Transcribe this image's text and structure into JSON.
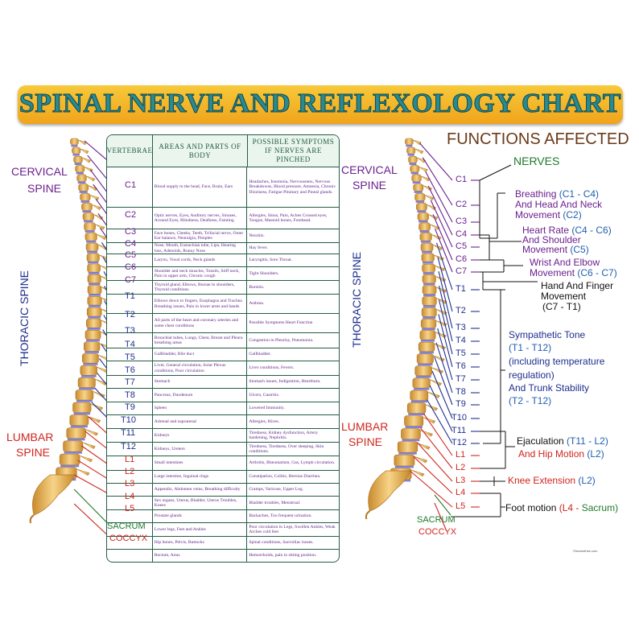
{
  "title": "SPINAL NERVE AND REFLEXOLOGY CHART",
  "table_headers": {
    "vertebrae": "VERTEBRAE",
    "areas": "AREAS AND PARTS OF BODY",
    "symptoms": "POSSIBLE SYMPTOMS IF NERVES ARE PINCHED"
  },
  "region_labels": {
    "cervical_1": "CERVICAL",
    "cervical_2": "SPINE",
    "thoracic": "THORACIC SPINE",
    "lumbar_1": "LUMBAR",
    "lumbar_2": "SPINE",
    "sacrum": "SACRUM",
    "coccyx": "COCCYX"
  },
  "right_region_labels": {
    "cervical_1": "CERVICAL",
    "cervical_2": "SPINE",
    "thoracic": "THORACIC SPINE",
    "lumbar_1": "LUMBAR",
    "lumbar_2": "SPINE",
    "sacrum": "SACRUM",
    "coccyx": "COCCYX"
  },
  "functions_title": "FUNCTIONS AFFECTED",
  "nerves_label": "NERVES",
  "colors": {
    "cervical": "#6b1f8f",
    "thoracic": "#1f2f8f",
    "lumbar": "#d0261e",
    "sacrum": "#1f7a2a",
    "table": "#245c45",
    "bone": "#e9b45a"
  },
  "rows": [
    {
      "v": "C1",
      "areas": "Blood supply to the head, Face, Brain, Ears",
      "symptoms": "Headaches, Insomnia, Nervousness, Nervous Breakdowns, Blood pressure, Amnesia, Chronic Dizziness, Fatigue Pituitary and Pineal glands."
    },
    {
      "v": "C2",
      "areas": "Optic nerves, Eyes, Auditory nerves, Sinuses, Around Eyes, Blindness, Deafness, Fainting",
      "symptoms": "Allergies, Sinus, Pain, Aches Crossed eyes, Tongue, Mastoid bones, Forehead."
    },
    {
      "v": "C3",
      "areas": "Face bones, Cheeks, Teeth, Trifacial nerve, Outer Ear balance, Neuralgia, Pimples",
      "symptoms": "Neuritis."
    },
    {
      "v": "C4",
      "areas": "Nose, Mouth, Eustachian tube, Lips, Hearing loss, Adenoids, Runny Nose",
      "symptoms": "Hay fever."
    },
    {
      "v": "C5",
      "areas": "Larynx, Vocal cords, Neck glands",
      "symptoms": "Laryngitis, Sore Throat."
    },
    {
      "v": "C6",
      "areas": "Shoulder and neck muscles, Tonsils, Stiff neck, Pain in upper arm, Chronic cough",
      "symptoms": "Tight Shoulders."
    },
    {
      "v": "C7",
      "areas": "Thyroid gland, Elbows, Bursae in shoulders, Thyroid conditions",
      "symptoms": "Bursitis."
    },
    {
      "v": "T1",
      "areas": "Elbows down to fingers, Esophagus and Trachea Breathing issues, Pain in lower arms and hands",
      "symptoms": "Asthma."
    },
    {
      "v": "T2",
      "areas": "All parts of the heart and coronary arteries and some chest conditions",
      "symptoms": "Possible Symptoms Heart Function"
    },
    {
      "v": "T3",
      "areas": "Bronchial tubes, Lungs, Chest, Breast and Pleura breathing areas",
      "symptoms": "Congestion in Pleurisy, Pneumonia."
    },
    {
      "v": "T4",
      "areas": "Gallbladder, Bile duct",
      "symptoms": "Gallbladder."
    },
    {
      "v": "T5",
      "areas": "Liver, General circulation, Solar Plexus conditions, Poor circulation",
      "symptoms": "Liver conditions, Fevers."
    },
    {
      "v": "T6",
      "areas": "Stomach",
      "symptoms": "Stomach issues, Indigestion, Heartburn."
    },
    {
      "v": "T7",
      "areas": "Pancreas, Duodenum",
      "symptoms": "Ulcers, Gastritis."
    },
    {
      "v": "T8",
      "areas": "Spleen",
      "symptoms": "Lowered Immunity."
    },
    {
      "v": "T9",
      "areas": "Adrenal and suprarenal",
      "symptoms": "Allergies, Hives."
    },
    {
      "v": "T10",
      "areas": "Kidneys",
      "symptoms": "Tiredness, Kidney dysfunction, Artery hardening, Nephritis."
    },
    {
      "v": "T11",
      "areas": "Kidneys, Ureters",
      "symptoms": "Tiredness, Tiredness, Over sleeping, Skin conditions."
    },
    {
      "v": "T12",
      "areas": "Small intestines",
      "symptoms": "Arthritis, Rheumatism, Gas, Lymph circulation."
    },
    {
      "v": "L1",
      "areas": "Large intestine, Inguinal rings",
      "symptoms": "Constipation, Colitis, Hernias Diarrhea."
    },
    {
      "v": "L2",
      "areas": "Appendix, Abdomen veins, Breathing difficulty",
      "symptoms": "Cramps, Varicose, Upper Leg."
    },
    {
      "v": "L3",
      "areas": "Sex organs, Uterus, Bladder, Uterus Troubles, Knees",
      "symptoms": "Bladder troubles, Menstrual."
    },
    {
      "v": "L4",
      "areas": "Prostate glands",
      "symptoms": "Backaches, Too frequent urination."
    },
    {
      "v": "L5",
      "areas": "Lower legs, Feet and Ankles",
      "symptoms": "Poor circulation in Legs, Swollen Ankles, Weak Arches cold feet"
    },
    {
      "v": "SACRUM",
      "areas": "Hip bones, Pelvis, Buttocks",
      "symptoms": "Spinal conditions, Sacroiliac issues."
    },
    {
      "v": "COCCYX",
      "areas": "Rectum, Anus",
      "symptoms": "Hemorrhoids, pain in sitting position."
    }
  ],
  "right_vertebrae": [
    "C1",
    "C2",
    "C3",
    "C4",
    "C5",
    "C6",
    "C7",
    "T1",
    "T2",
    "T3",
    "T4",
    "T5",
    "T6",
    "T7",
    "T8",
    "T9",
    "T10",
    "T11",
    "T12",
    "L1",
    "L2",
    "L3",
    "L4",
    "L5"
  ],
  "functions": [
    {
      "parts": [
        {
          "t": "Breathing ",
          "c": "#6b1f8f"
        },
        {
          "t": "(C1 - C4)",
          "c": "#1f5fb0"
        }
      ]
    },
    {
      "parts": [
        {
          "t": "And Head And Neck",
          "c": "#6b1f8f"
        }
      ]
    },
    {
      "parts": [
        {
          "t": "Movement ",
          "c": "#6b1f8f"
        },
        {
          "t": "(C2)",
          "c": "#1f5fb0"
        }
      ]
    },
    {
      "parts": [
        {
          "t": "Heart Rate ",
          "c": "#6b1f8f"
        },
        {
          "t": "(C4 - C6)",
          "c": "#1f5fb0"
        }
      ]
    },
    {
      "parts": [
        {
          "t": "And Shoulder",
          "c": "#6b1f8f"
        }
      ]
    },
    {
      "parts": [
        {
          "t": "Movement ",
          "c": "#6b1f8f"
        },
        {
          "t": "(C5)",
          "c": "#1f5fb0"
        }
      ]
    },
    {
      "parts": [
        {
          "t": "Wrist And Elbow",
          "c": "#6b1f8f"
        }
      ]
    },
    {
      "parts": [
        {
          "t": "Movement ",
          "c": "#6b1f8f"
        },
        {
          "t": "(C6 - C7)",
          "c": "#1f5fb0"
        }
      ]
    },
    {
      "parts": [
        {
          "t": "Hand And Finger",
          "c": "#111"
        }
      ]
    },
    {
      "parts": [
        {
          "t": "Movement",
          "c": "#111"
        }
      ]
    },
    {
      "parts": [
        {
          "t": "(C7 - T1)",
          "c": "#111"
        }
      ]
    },
    {
      "parts": [
        {
          "t": "Sympathetic Tone",
          "c": "#1f2f8f"
        }
      ]
    },
    {
      "parts": [
        {
          "t": "(T1 - T12)",
          "c": "#1f5fb0"
        }
      ]
    },
    {
      "parts": [
        {
          "t": "(including temperature",
          "c": "#1f2f8f"
        }
      ]
    },
    {
      "parts": [
        {
          "t": "regulation)",
          "c": "#1f2f8f"
        }
      ]
    },
    {
      "parts": [
        {
          "t": "And Trunk Stability",
          "c": "#1f2f8f"
        }
      ]
    },
    {
      "parts": [
        {
          "t": "(T2 - T12)",
          "c": "#1f5fb0"
        }
      ]
    },
    {
      "parts": [
        {
          "t": "Ejaculation ",
          "c": "#111"
        },
        {
          "t": "(T11 - L2)",
          "c": "#1f5fb0"
        }
      ]
    },
    {
      "parts": [
        {
          "t": "And Hip Motion ",
          "c": "#d0261e"
        },
        {
          "t": "(L2)",
          "c": "#1f5fb0"
        }
      ]
    },
    {
      "parts": [
        {
          "t": "Knee Extension ",
          "c": "#d0261e"
        },
        {
          "t": "(L2)",
          "c": "#1f5fb0"
        }
      ]
    },
    {
      "parts": [
        {
          "t": "Foot motion ",
          "c": "#111"
        },
        {
          "t": "(L4 - ",
          "c": "#d0261e"
        },
        {
          "t": "Sacrum)",
          "c": "#1f7a2a"
        }
      ]
    }
  ],
  "credit": "©heartofrise.com"
}
